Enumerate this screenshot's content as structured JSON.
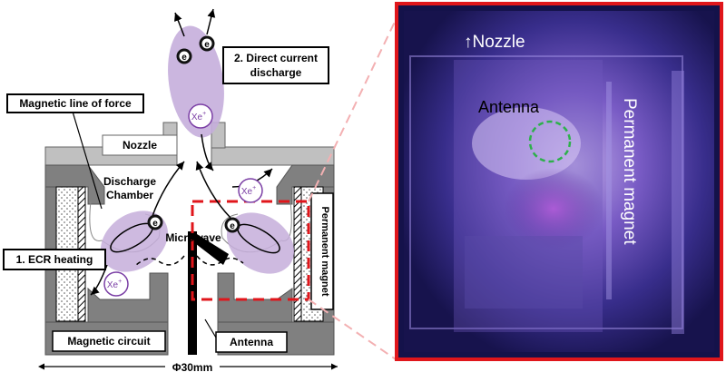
{
  "diagram": {
    "labels": {
      "dc_discharge_line1": "2. Direct current",
      "dc_discharge_line2": "discharge",
      "magnetic_line": "Magnetic line of force",
      "nozzle": "Nozzle",
      "discharge_chamber_line1": "Discharge",
      "discharge_chamber_line2": "Chamber",
      "microwave": "Microwave",
      "ecr_heating": "1. ECR heating",
      "permanent_magnet": "Permanent magnet",
      "magnetic_circuit": "Magnetic circuit",
      "antenna": "Antenna",
      "dimension": "Φ30mm"
    },
    "particles": {
      "electron": "e",
      "xenon_ion_base": "Xe",
      "xenon_ion_charge": "+"
    }
  },
  "photo": {
    "nozzle_label": "↑Nozzle",
    "antenna_label": "Antenna",
    "magnet_label": "Permanent magnet"
  },
  "colors": {
    "plasma_purple": "#c5aedb",
    "ion_purple": "#7b3fa5",
    "gray_body": "#808080",
    "gray_light": "#c0c0c0",
    "frame_red": "#e0161b",
    "dashed_red": "#e0161b",
    "callout_green": "#2db04b",
    "photo_bg": "#14124a"
  }
}
